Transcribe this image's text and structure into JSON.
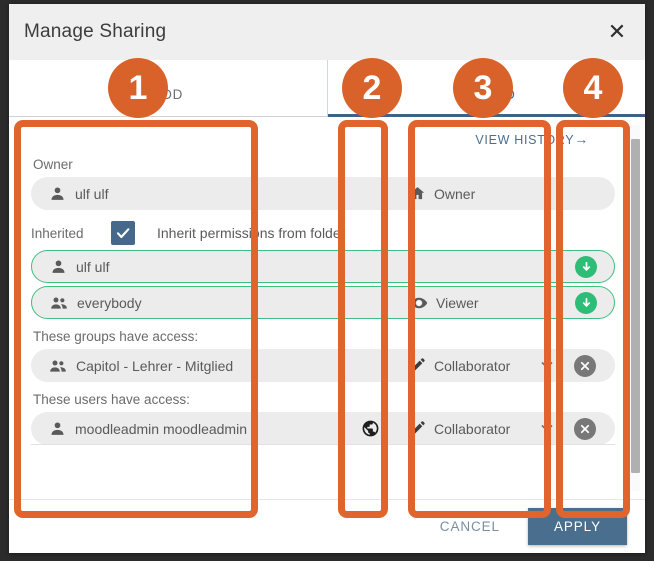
{
  "window": {
    "title": "Manage Sharing",
    "close_icon": "close-icon"
  },
  "tabs": [
    {
      "label": "ADD",
      "active": false
    },
    {
      "label": "INVITED",
      "active": true
    }
  ],
  "view_history": {
    "label": "VIEW HISTORY",
    "arrow": "→"
  },
  "sections": {
    "owner_label": "Owner",
    "inherited_label": "Inherited",
    "inherit_checkbox_text": "Inherit permissions from folder",
    "inherit_checked": true,
    "groups_label": "These groups have access:",
    "users_label": "These users have access:"
  },
  "rows": {
    "owner": {
      "name": "ulf ulf",
      "name_icon": "person-icon",
      "role": "Owner",
      "role_icon": "home-icon",
      "mid_icon": "",
      "action_icon": ""
    },
    "inherited": [
      {
        "name": "ulf ulf",
        "name_icon": "person-icon",
        "role": "",
        "role_icon": "",
        "mid_icon": "",
        "action_icon": "inherit-down-icon"
      },
      {
        "name": "everybody",
        "name_icon": "people-icon",
        "role": "Viewer",
        "role_icon": "eye-icon",
        "mid_icon": "",
        "action_icon": "inherit-down-icon"
      }
    ],
    "groups": [
      {
        "name": "Capitol - Lehrer - Mitglied",
        "name_icon": "people-icon",
        "role": "Collaborator",
        "role_icon": "pencil-icon",
        "chevron": "⌄",
        "mid_icon": "",
        "action_icon": "remove-icon"
      }
    ],
    "users": [
      {
        "name": "moodleadmin moodleadmin",
        "name_icon": "person-icon",
        "role": "Collaborator",
        "role_icon": "pencil-icon",
        "chevron": "⌄",
        "mid_icon": "globe-icon",
        "action_icon": "remove-icon"
      }
    ]
  },
  "footer": {
    "cancel_label": "CANCEL",
    "apply_label": "APPLY"
  },
  "annotations": {
    "circles": [
      {
        "number": "1"
      },
      {
        "number": "2"
      },
      {
        "number": "3"
      },
      {
        "number": "4"
      }
    ]
  },
  "colors": {
    "annotation_orange": "#d9622b",
    "apply_blue": "#4a6f8e",
    "checkbox_blue": "#46688a",
    "inherit_green": "#2ebd77",
    "row_grey": "#ececec",
    "titlebar_grey": "#efefef",
    "backdrop": "#2b2b2b"
  }
}
